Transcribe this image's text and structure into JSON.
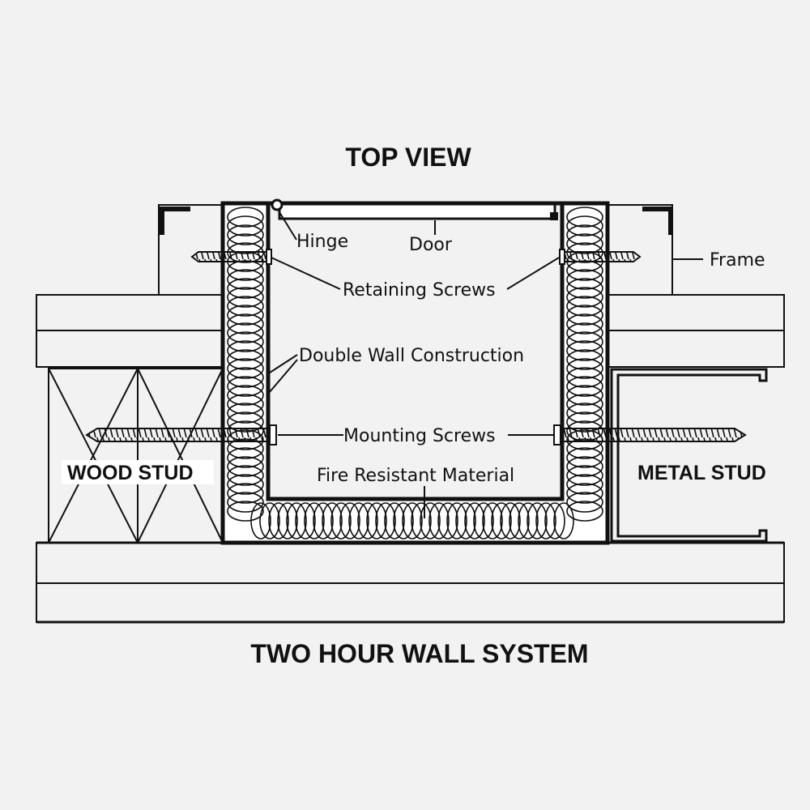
{
  "titles": {
    "top": "TOP VIEW",
    "bottom": "TWO HOUR WALL SYSTEM"
  },
  "labels": {
    "hinge": "Hinge",
    "door": "Door",
    "frame": "Frame",
    "retaining_screws": "Retaining Screws",
    "double_wall": "Double Wall Construction",
    "mounting_screws": "Mounting Screws",
    "fire_resistant": "Fire Resistant Material",
    "wood_stud": "WOOD STUD",
    "metal_stud": "METAL STUD"
  },
  "colors": {
    "background": "#f2f2f2",
    "ink": "#111111",
    "panel_fill": "#ffffff"
  }
}
